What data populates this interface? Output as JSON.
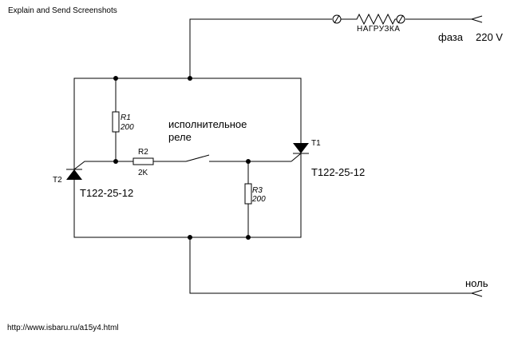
{
  "header": {
    "caption": "Explain and Send Screenshots"
  },
  "footer": {
    "url": "http://www.isbaru.ru/a15y4.html"
  },
  "labels": {
    "load": "НАГРУЗКА",
    "phase": "фаза",
    "voltage": "220 V",
    "neutral": "ноль",
    "relay_line1": "исполнительное",
    "relay_line2": "реле"
  },
  "components": {
    "r1": {
      "name": "R",
      "index": "1",
      "value": "200"
    },
    "r2": {
      "name": "R2",
      "value": "2K"
    },
    "r3": {
      "name": "R",
      "index": "3",
      "value": "200"
    },
    "t1": {
      "name": "T1",
      "model": "T122-25-12"
    },
    "t2": {
      "name": "T2",
      "model": "T122-25-12"
    }
  }
}
